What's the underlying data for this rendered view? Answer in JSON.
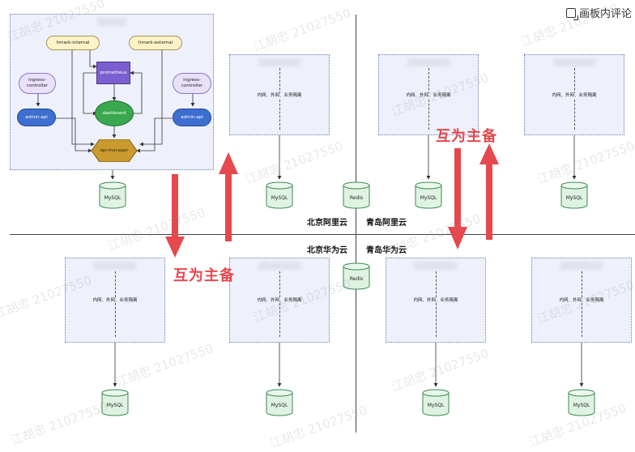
{
  "header": {
    "action_label": "画板内评论"
  },
  "regions": {
    "beijing_aliyun": "北京阿里云",
    "qingdao_aliyun": "青岛阿里云",
    "beijing_huawei": "北京华为云",
    "qingdao_huawei": "青岛华为云"
  },
  "annotations": {
    "left_mutual_backup": "互为主备",
    "right_mutual_backup": "互为主备"
  },
  "watermark": "江胡忠 21027550",
  "gateway": {
    "hmark_internal": "hmark-internal",
    "hmark_external": "hmark-external",
    "prometheus": "prometheus",
    "ingress_left": "ingress-controller",
    "ingress_right": "ingress-controller",
    "admin_api_left": "admin-api",
    "admin_api_right": "admin-api",
    "dashboard": "dashboard",
    "api_manager": "api-manager"
  },
  "boxes": {
    "caption_top_a": "内网、外网、业务隔离",
    "caption_top_b": "内网、外网、业务隔离",
    "caption_top_c": "内网、外网、业务隔离",
    "caption_bottom_a": "内网、外网、业务隔离",
    "caption_bottom_b": "内网、外网、业务隔离",
    "caption_bottom_c": "内网、外网、业务隔离",
    "caption_bottom_d": "内网、外网、业务隔离"
  },
  "databases": {
    "mysql": "MySQL",
    "redis": "Redis"
  },
  "colors": {
    "arrow_red": "#e5484d",
    "box_fill": "#eef1fb",
    "cylinder_fill": "#dff3e3",
    "cylinder_stroke": "#3c8a4e"
  }
}
